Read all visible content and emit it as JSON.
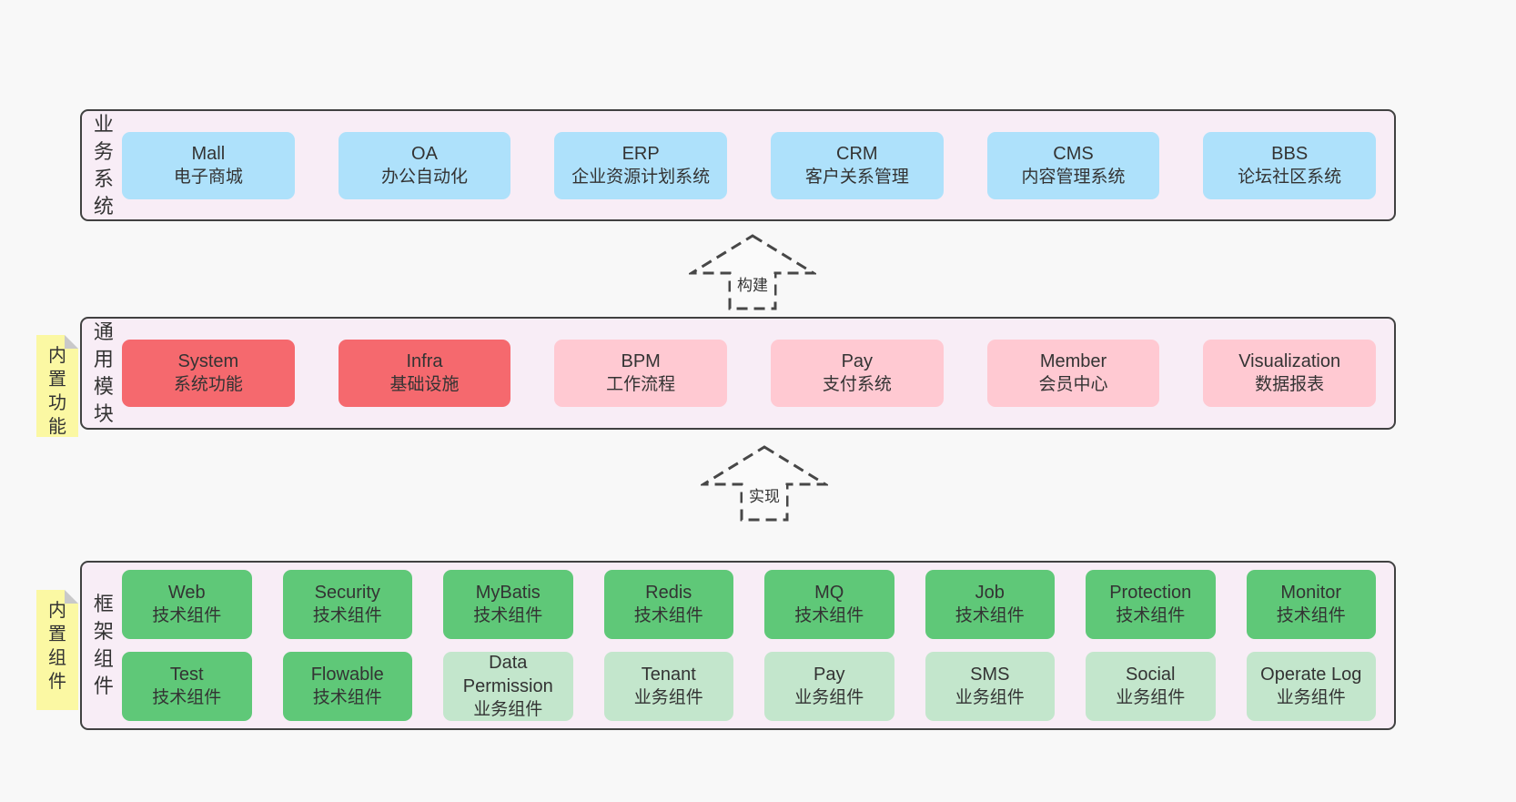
{
  "colors": {
    "page_bg": "#f8f8f8",
    "container_bg": "#f8edf6",
    "container_border": "#414141",
    "tag_bg": "#fbf8a3",
    "tag_fold": "#c9c9c9",
    "text": "#333333",
    "arrow_stroke": "#474747",
    "arrow_fill": "#fafafa",
    "blue": "#aee1fb",
    "red": "#f5696e",
    "pink": "#ffc9d2",
    "green": "#5fc878",
    "lightgreen": "#c3e6cc"
  },
  "layers": [
    {
      "id": "business",
      "side_label": "业务系统",
      "rows": [
        [
          {
            "en": "Mall",
            "zh": "电子商城",
            "type": "blue"
          },
          {
            "en": "OA",
            "zh": "办公自动化",
            "type": "blue"
          },
          {
            "en": "ERP",
            "zh": "企业资源计划系统",
            "type": "blue"
          },
          {
            "en": "CRM",
            "zh": "客户关系管理",
            "type": "blue"
          },
          {
            "en": "CMS",
            "zh": "内容管理系统",
            "type": "blue"
          },
          {
            "en": "BBS",
            "zh": "论坛社区系统",
            "type": "blue"
          }
        ]
      ]
    },
    {
      "id": "modules",
      "side_label": "通用模块",
      "tag": "内置功能",
      "rows": [
        [
          {
            "en": "System",
            "zh": "系统功能",
            "type": "red"
          },
          {
            "en": "Infra",
            "zh": "基础设施",
            "type": "red"
          },
          {
            "en": "BPM",
            "zh": "工作流程",
            "type": "pink"
          },
          {
            "en": "Pay",
            "zh": "支付系统",
            "type": "pink"
          },
          {
            "en": "Member",
            "zh": "会员中心",
            "type": "pink"
          },
          {
            "en": "Visualization",
            "zh": "数据报表",
            "type": "pink"
          }
        ]
      ]
    },
    {
      "id": "components",
      "side_label": "框架组件",
      "tag": "内置组件",
      "rows": [
        [
          {
            "en": "Web",
            "zh": "技术组件",
            "type": "green"
          },
          {
            "en": "Security",
            "zh": "技术组件",
            "type": "green"
          },
          {
            "en": "MyBatis",
            "zh": "技术组件",
            "type": "green"
          },
          {
            "en": "Redis",
            "zh": "技术组件",
            "type": "green"
          },
          {
            "en": "MQ",
            "zh": "技术组件",
            "type": "green"
          },
          {
            "en": "Job",
            "zh": "技术组件",
            "type": "green"
          },
          {
            "en": "Protection",
            "zh": "技术组件",
            "type": "green"
          },
          {
            "en": "Monitor",
            "zh": "技术组件",
            "type": "green"
          }
        ],
        [
          {
            "en": "Test",
            "zh": "技术组件",
            "type": "green"
          },
          {
            "en": "Flowable",
            "zh": "技术组件",
            "type": "green"
          },
          {
            "en": "Data Permission",
            "zh": "业务组件",
            "type": "lightgreen"
          },
          {
            "en": "Tenant",
            "zh": "业务组件",
            "type": "lightgreen"
          },
          {
            "en": "Pay",
            "zh": "业务组件",
            "type": "lightgreen"
          },
          {
            "en": "SMS",
            "zh": "业务组件",
            "type": "lightgreen"
          },
          {
            "en": "Social",
            "zh": "业务组件",
            "type": "lightgreen"
          },
          {
            "en": "Operate Log",
            "zh": "业务组件",
            "type": "lightgreen"
          }
        ]
      ]
    }
  ],
  "arrows": [
    {
      "label": "构建"
    },
    {
      "label": "实现"
    }
  ]
}
